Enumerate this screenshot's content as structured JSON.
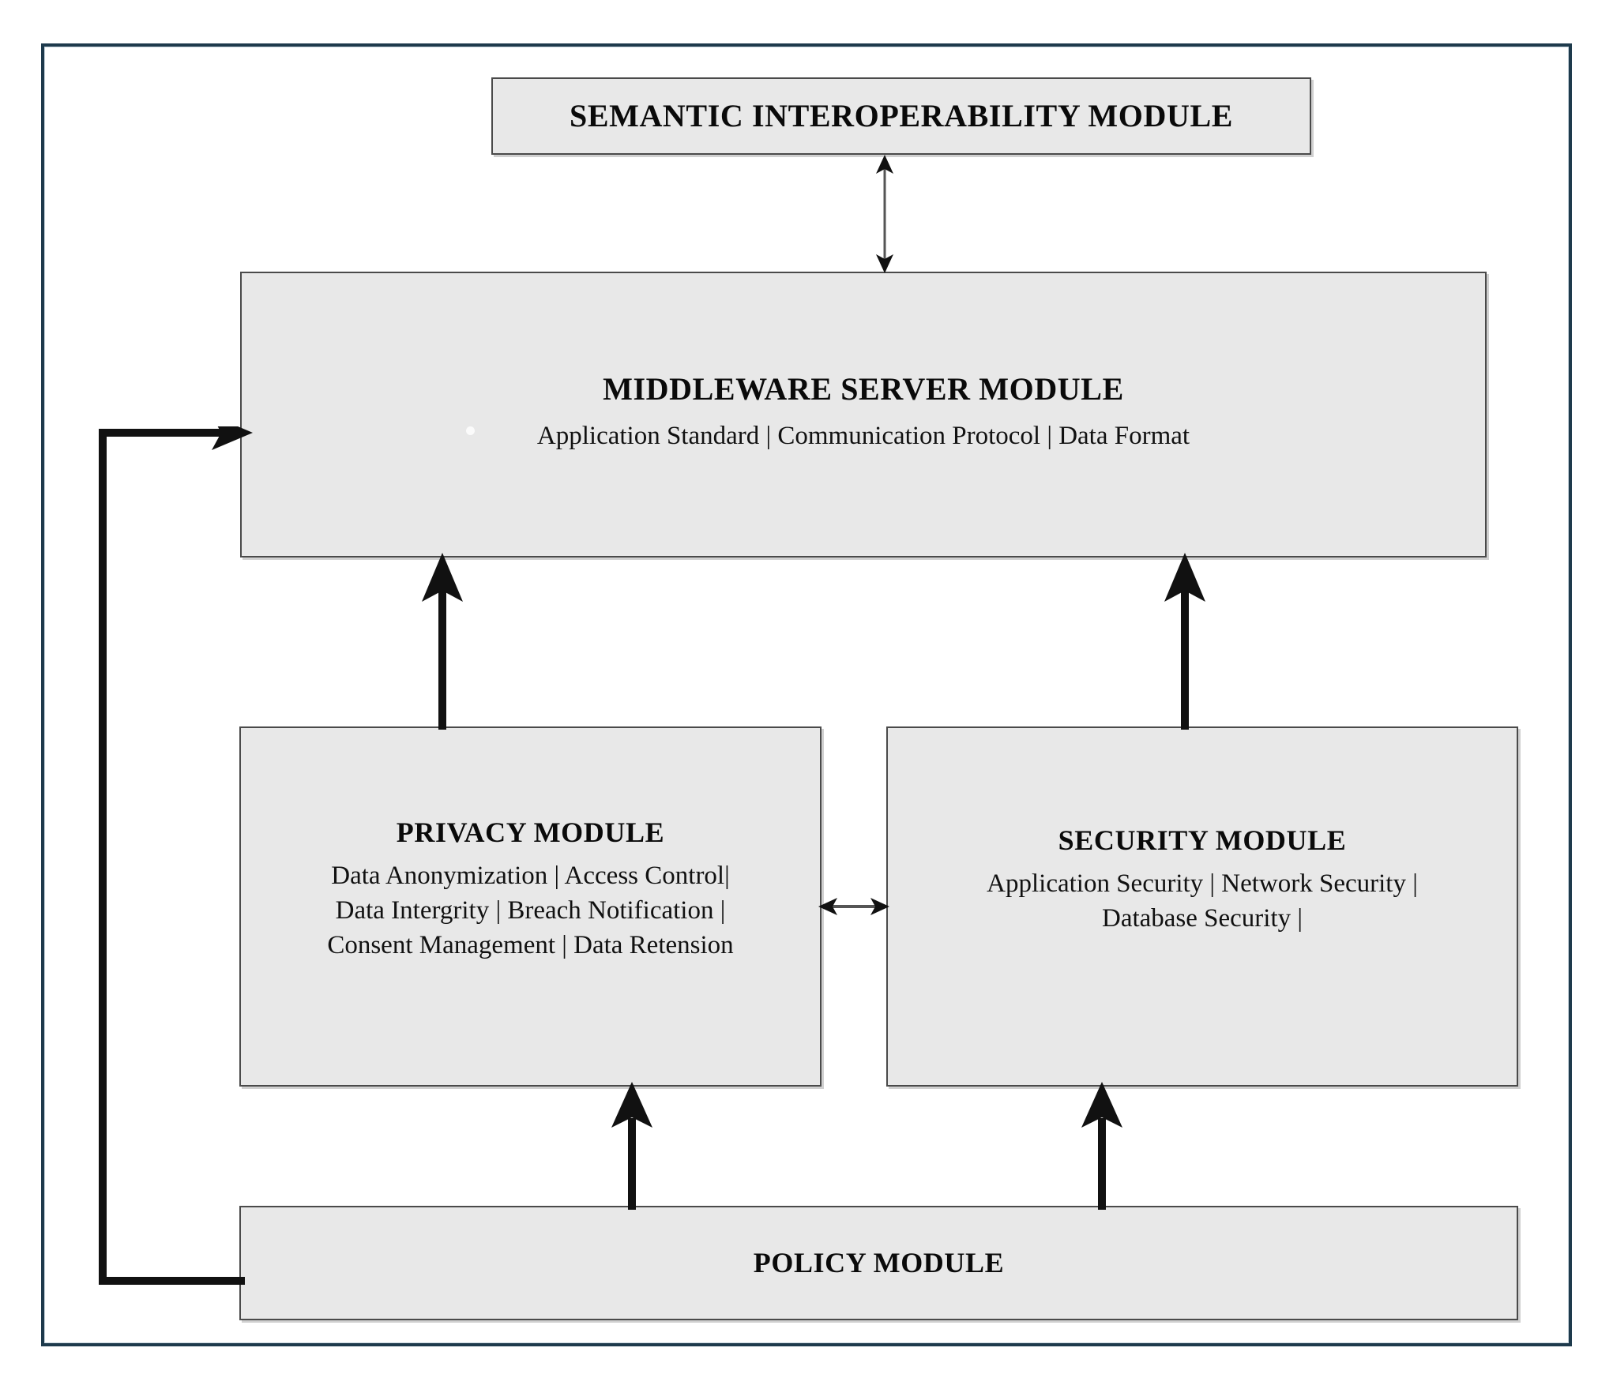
{
  "diagram": {
    "title": "Middleware architecture module diagram",
    "frame_color": "#1e3a4c",
    "box_fill": "#e8e8e8",
    "box_border": "#4a4a4a",
    "modules": {
      "semantic": {
        "title": "SEMANTIC INTEROPERABILITY MODULE",
        "subtitle_lines": []
      },
      "middleware": {
        "title": "MIDDLEWARE SERVER MODULE",
        "subtitle_lines": [
          "Application Standard |  Communication Protocol |  Data Format"
        ]
      },
      "privacy": {
        "title": "PRIVACY MODULE",
        "subtitle_lines": [
          "Data Anonymization | Access Control|",
          "Data Intergrity | Breach Notification |",
          "Consent Management | Data Retension"
        ]
      },
      "security": {
        "title": "SECURITY MODULE",
        "subtitle_lines": [
          "Application Security | Network Security |",
          "Database Security |"
        ]
      },
      "policy": {
        "title": "POLICY MODULE",
        "subtitle_lines": []
      }
    },
    "connectors": [
      {
        "name": "semantic-middleware",
        "from": "MIDDLEWARE SERVER MODULE",
        "to": "SEMANTIC INTEROPERABILITY MODULE",
        "style": "thin",
        "heads": "double",
        "orientation": "vertical"
      },
      {
        "name": "privacy-middleware",
        "from": "PRIVACY MODULE",
        "to": "MIDDLEWARE SERVER MODULE",
        "style": "thick",
        "heads": "single-up",
        "orientation": "vertical"
      },
      {
        "name": "security-middleware",
        "from": "SECURITY MODULE",
        "to": "MIDDLEWARE SERVER MODULE",
        "style": "thick",
        "heads": "single-up",
        "orientation": "vertical"
      },
      {
        "name": "privacy-security",
        "from": "PRIVACY MODULE",
        "to": "SECURITY MODULE",
        "style": "thin",
        "heads": "double",
        "orientation": "horizontal"
      },
      {
        "name": "policy-privacy",
        "from": "POLICY MODULE",
        "to": "PRIVACY MODULE",
        "style": "thick",
        "heads": "single-up",
        "orientation": "vertical"
      },
      {
        "name": "policy-security",
        "from": "POLICY MODULE",
        "to": "SECURITY MODULE",
        "style": "thick",
        "heads": "single-up",
        "orientation": "vertical"
      },
      {
        "name": "policy-middleware-feedback",
        "from": "POLICY MODULE",
        "to": "MIDDLEWARE SERVER MODULE",
        "style": "thick",
        "heads": "single-right",
        "orientation": "routed-left"
      }
    ]
  }
}
